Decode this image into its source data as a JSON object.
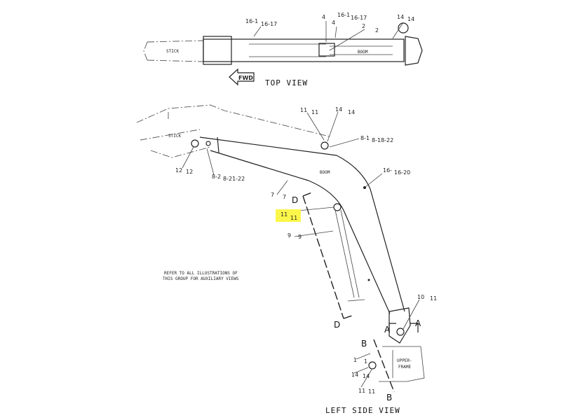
{
  "colors": {
    "highlight": "#fbf64a",
    "ink": "#222222",
    "background": "#ffffff"
  },
  "top_view": {
    "title": "TOP VIEW",
    "fwd_label": "FWD",
    "stick_label": "STICK",
    "boom_label": "BOOM",
    "callouts": [
      "16-1",
      "16-17",
      "4",
      "4",
      "16-1",
      "16-17",
      "2",
      "2",
      "14",
      "14"
    ]
  },
  "side_view": {
    "title": "LEFT SIDE VIEW",
    "stick_label": "STICK",
    "boom_label": "BOOM",
    "upper_frame_label_1": "UPPER-",
    "upper_frame_label_2": "FRAME",
    "note_line_1": "REFER TO ALL ILLUSTRATIONS OF",
    "note_line_2": "THIS GROUP FOR AUXILIARY VIEWS",
    "callouts": [
      "11",
      "11",
      "14",
      "14",
      "8-1",
      "8-18-22",
      "12",
      "12",
      "8-2",
      "8-21-22",
      "16-",
      "16-20",
      "7",
      "7",
      "11",
      "11",
      "9",
      "9",
      "10",
      "11",
      "1",
      "1",
      "14",
      "14",
      "11",
      "11"
    ],
    "sections": [
      "D",
      "D",
      "A",
      "A",
      "B",
      "B"
    ]
  }
}
